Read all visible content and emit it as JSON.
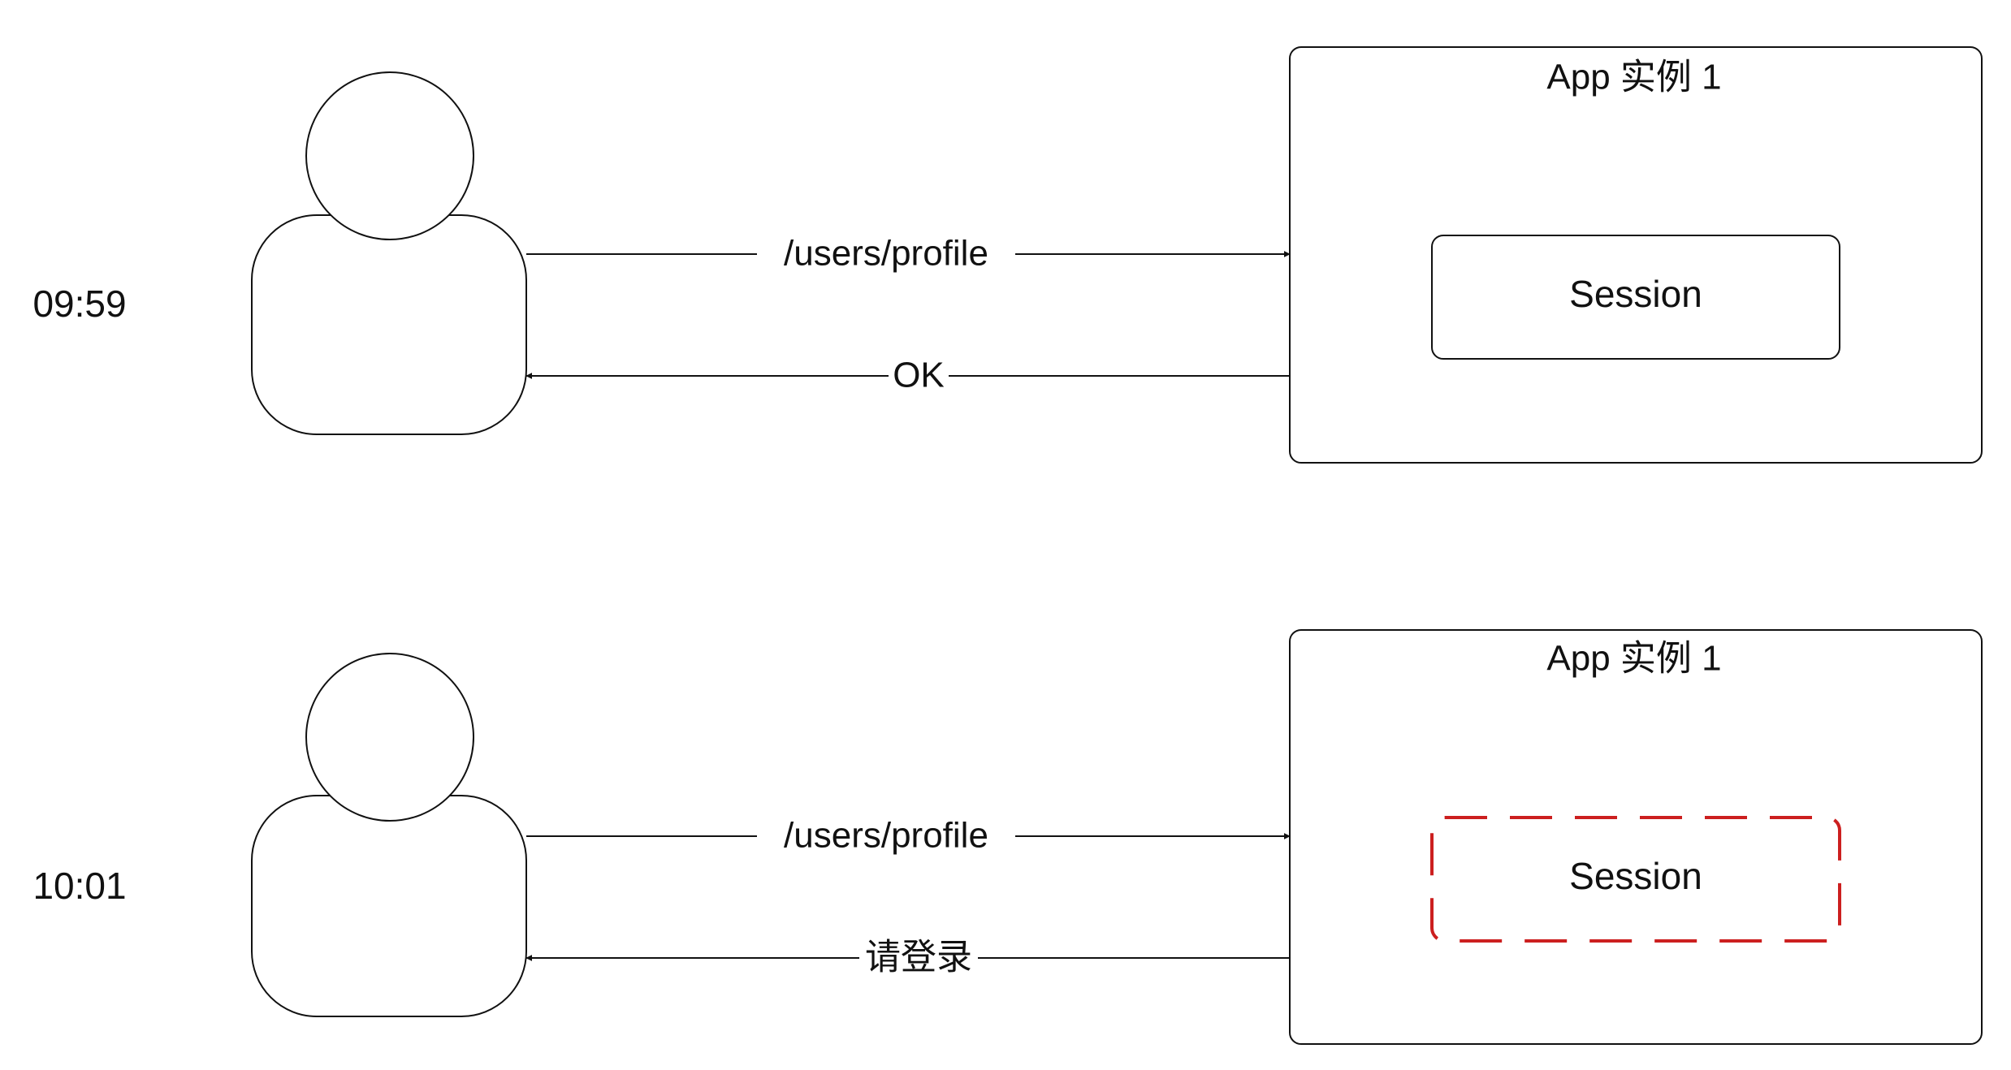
{
  "colors": {
    "stroke": "#111111",
    "expired_session": "#cc1f1f",
    "background": "#ffffff"
  },
  "icons": {
    "user": "user-icon"
  },
  "scenarios": [
    {
      "time": "09:59",
      "request_label": "/users/profile",
      "response_label": "OK",
      "app_title": "App 实例 1",
      "session_label": "Session",
      "session_state": "active"
    },
    {
      "time": "10:01",
      "request_label": "/users/profile",
      "response_label": "请登录",
      "app_title": "App 实例 1",
      "session_label": "Session",
      "session_state": "expired"
    }
  ]
}
